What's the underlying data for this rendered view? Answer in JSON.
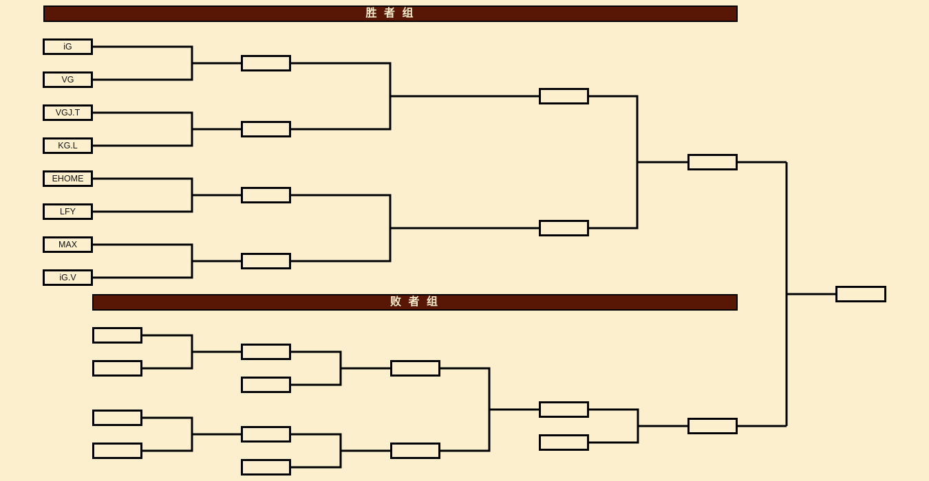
{
  "page": {
    "background_color": "#FBEFCD",
    "line_color": "#000000"
  },
  "winners_bracket": {
    "header": {
      "label": "胜 者 组",
      "bg_color": "#581605",
      "text_color": "#F9EDCB"
    },
    "teams": [
      "iG",
      "VG",
      "VGJ.T",
      "KG.L",
      "EHOME",
      "LFY",
      "MAX",
      "iG.V"
    ]
  },
  "losers_bracket": {
    "header": {
      "label": "败 者 组",
      "bg_color": "#581605",
      "text_color": "#F9EDCB"
    }
  }
}
